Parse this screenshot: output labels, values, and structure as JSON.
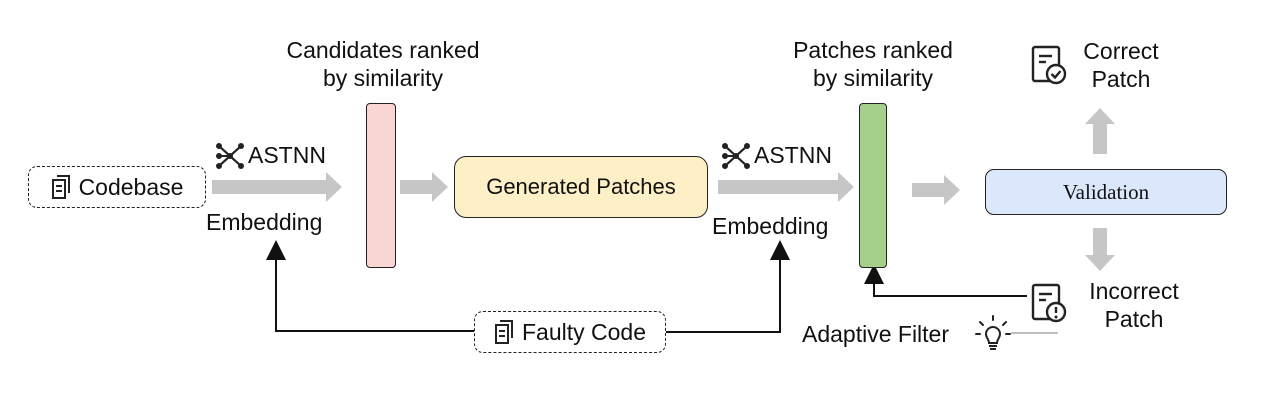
{
  "nodes": {
    "codebase": "Codebase",
    "faulty_code": "Faulty Code",
    "generated_patches": "Generated Patches",
    "validation": "Validation",
    "correct_patch": [
      "Correct",
      "Patch"
    ],
    "incorrect_patch": [
      "Incorrect",
      "Patch"
    ],
    "adaptive_filter": "Adaptive Filter"
  },
  "labels": {
    "candidates_ranked": [
      "Candidates ranked",
      "by similarity"
    ],
    "patches_ranked": [
      "Patches ranked",
      "by similarity"
    ],
    "astnn_1": "ASTNN",
    "embedding_1": "Embedding",
    "astnn_2": "ASTNN",
    "embedding_2": "Embedding"
  },
  "colors": {
    "candidate_bar": "#f9d6d4",
    "patch_bar": "#a5d08c",
    "generated_patches_fill": "#fdf0c6",
    "validation_fill": "#dbe8fb",
    "flow_arrow": "#c6c6c6"
  },
  "icons": {
    "codebase": "document-icon",
    "faulty_code": "document-icon",
    "astnn": "neural-network-icon",
    "correct_patch": "document-check-icon",
    "incorrect_patch": "document-error-icon",
    "adaptive_filter": "lightbulb-icon"
  }
}
